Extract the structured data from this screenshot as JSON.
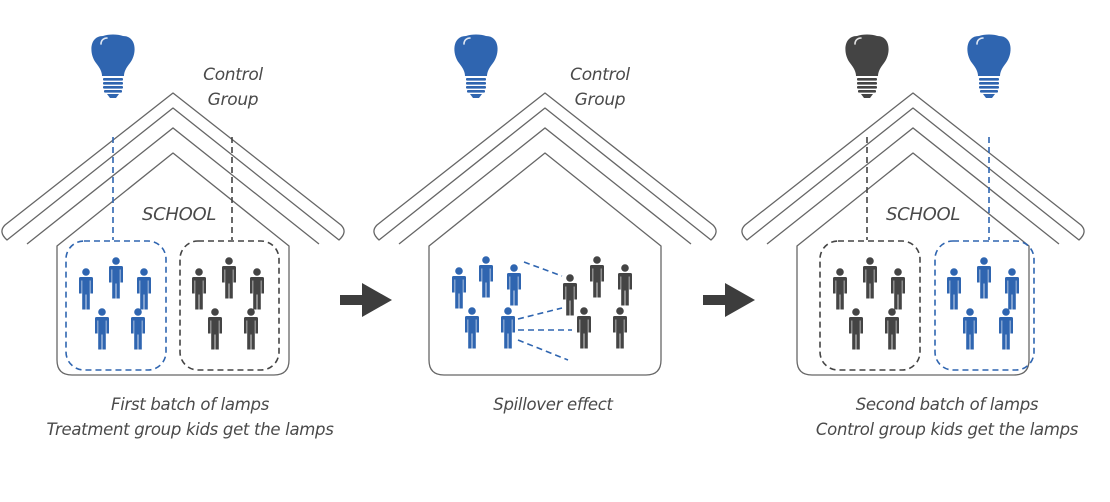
{
  "colors": {
    "treatment": "#2f65b0",
    "control": "#444444",
    "outline": "#666666",
    "text": "#4a4a4a"
  },
  "panels": [
    {
      "id": "first-batch",
      "building_label": "SCHOOL",
      "group_label": [
        "Control",
        "Group"
      ],
      "bulbs": [
        "blue"
      ],
      "groups": [
        {
          "name": "treatment",
          "color": "blue",
          "count": 5
        },
        {
          "name": "control",
          "color": "dark",
          "count": 5
        }
      ],
      "caption": [
        "First batch of lamps",
        "Treatment group kids get the lamps"
      ]
    },
    {
      "id": "spillover",
      "group_label": [
        "Control",
        "Group"
      ],
      "bulbs": [
        "blue"
      ],
      "groups": [
        {
          "name": "treatment",
          "color": "blue",
          "count": 5
        },
        {
          "name": "control",
          "color": "dark",
          "count": 5
        }
      ],
      "spillover_links": 4,
      "caption": [
        "Spillover effect"
      ]
    },
    {
      "id": "second-batch",
      "building_label": "SCHOOL",
      "bulbs": [
        "dark",
        "blue"
      ],
      "groups": [
        {
          "name": "control",
          "color": "dark",
          "count": 5
        },
        {
          "name": "treatment",
          "color": "blue",
          "count": 5
        }
      ],
      "caption": [
        "Second batch of lamps",
        "Control group kids get the lamps"
      ]
    }
  ],
  "arrows": [
    "right-arrow",
    "right-arrow"
  ]
}
